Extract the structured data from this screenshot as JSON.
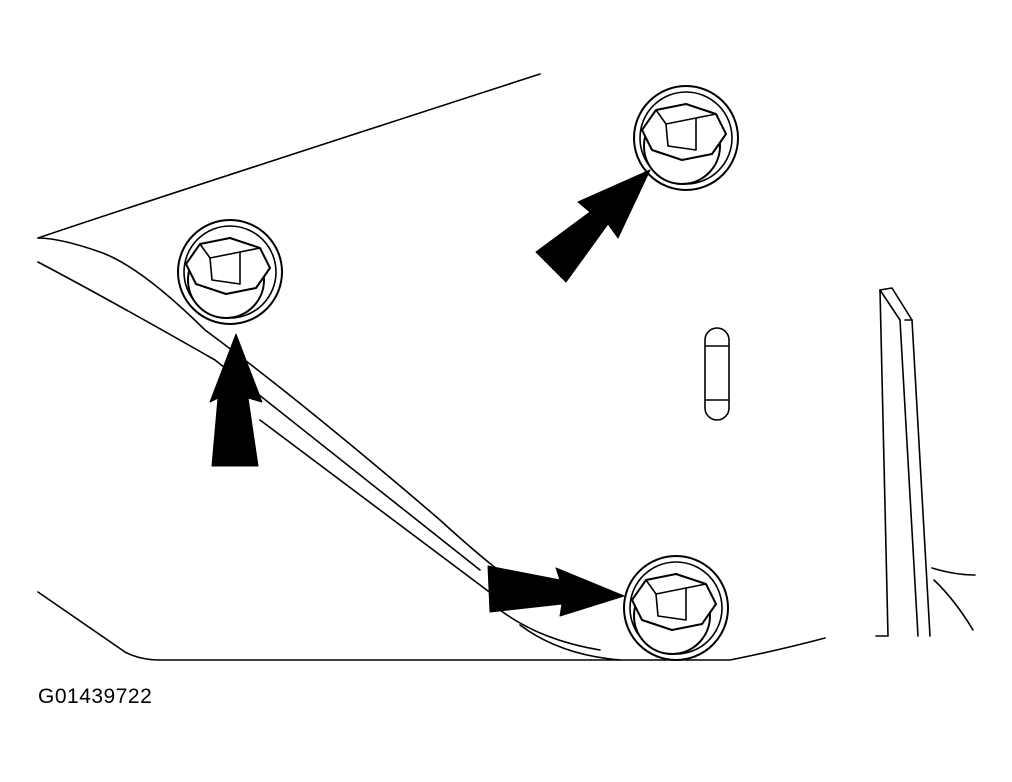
{
  "figure_id": "G01439722",
  "bolts": [
    {
      "name": "bolt-upper-left"
    },
    {
      "name": "bolt-upper-right"
    },
    {
      "name": "bolt-lower"
    }
  ],
  "arrows": [
    {
      "name": "arrow-upper-left",
      "points_to": "bolt-upper-left"
    },
    {
      "name": "arrow-upper-right",
      "points_to": "bolt-upper-right"
    },
    {
      "name": "arrow-lower",
      "points_to": "bolt-lower"
    }
  ]
}
